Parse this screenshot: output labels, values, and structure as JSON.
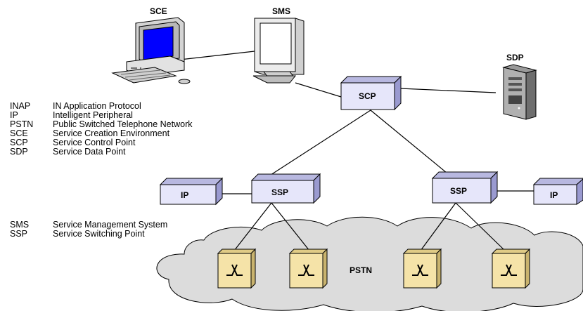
{
  "nodes": {
    "sce": "SCE",
    "sms": "SMS",
    "sdp": "SDP",
    "scp": "SCP",
    "ssp_left": "SSP",
    "ssp_right": "SSP",
    "ip_left": "IP",
    "ip_right": "IP",
    "pstn": "PSTN"
  },
  "legend": [
    {
      "abbr": "INAP",
      "text": "IN Application Protocol"
    },
    {
      "abbr": "IP",
      "text": "Intelligent Peripheral"
    },
    {
      "abbr": "PSTN",
      "text": "Public Switched Telephone Network"
    },
    {
      "abbr": "SCE",
      "text": "Service Creation Environment"
    },
    {
      "abbr": "SCP",
      "text": "Service Control Point"
    },
    {
      "abbr": "SDP",
      "text": "Service Data Point"
    },
    {
      "abbr": "SMS",
      "text": "Service Management System"
    },
    {
      "abbr": "SSP",
      "text": "Service Switching Point"
    }
  ],
  "colors": {
    "box_face": "#e6e6fa",
    "box_top": "#b8b8e0",
    "box_side": "#9a9ad0",
    "switch_fill": "#f5e3a8",
    "cloud_fill": "#dcdcdc",
    "screen_blue": "#0000ff"
  },
  "icons": {
    "sce": "desktop-computer-icon",
    "sms": "monitor-icon",
    "sdp": "server-tower-icon",
    "switch": "crossbar-switch-icon"
  }
}
